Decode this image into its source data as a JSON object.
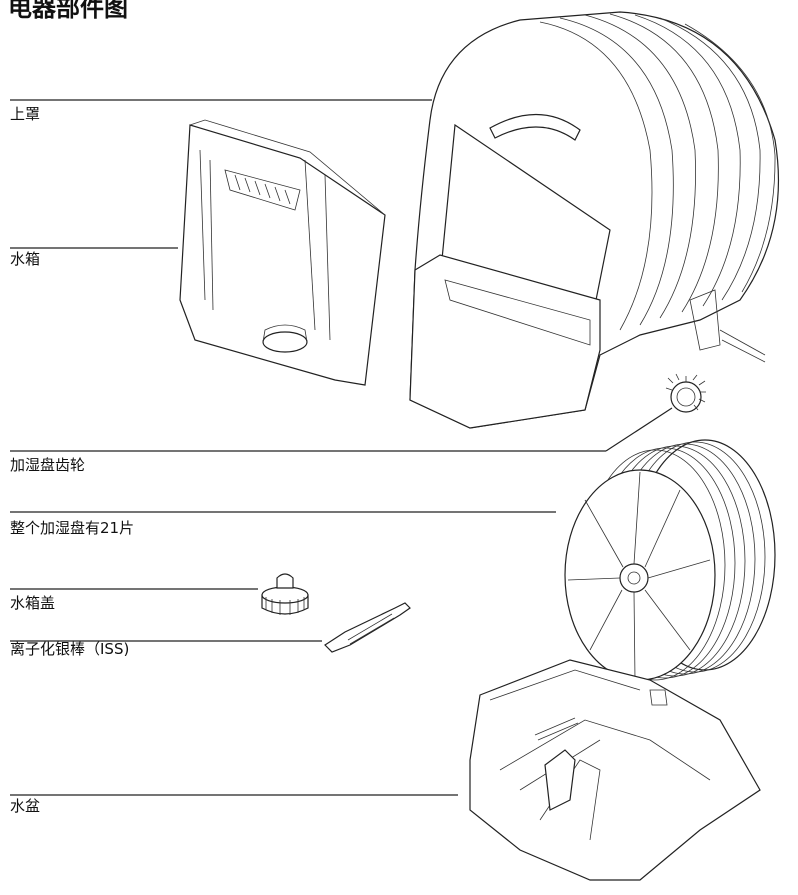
{
  "title": "电器部件图",
  "labels": {
    "top_cover": "上罩",
    "water_tank": "水箱",
    "disc_gear": "加湿盘齿轮",
    "disc_stack": "整个加湿盘有21片",
    "tank_cap": "水箱盖",
    "ion_rod": "离子化银棒（ISS)",
    "water_basin": "水盆"
  }
}
